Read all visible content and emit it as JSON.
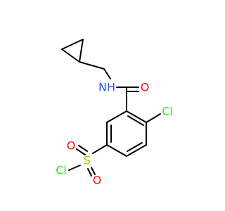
{
  "molecule": {
    "atoms": {
      "O_amide": {
        "symbol": "O",
        "color": "#ff0d0d"
      },
      "N_amide": {
        "symbol": "NH",
        "color": "#3050f8"
      },
      "Cl_ring": {
        "symbol": "Cl",
        "color": "#1ff01f"
      },
      "S": {
        "symbol": "S",
        "color": "#c8b400"
      },
      "O_sulf_top": {
        "symbol": "O",
        "color": "#ff0d0d"
      },
      "O_sulf_bottom": {
        "symbol": "O",
        "color": "#ff0d0d"
      },
      "Cl_sulf": {
        "symbol": "Cl",
        "color": "#1ff01f"
      }
    }
  }
}
